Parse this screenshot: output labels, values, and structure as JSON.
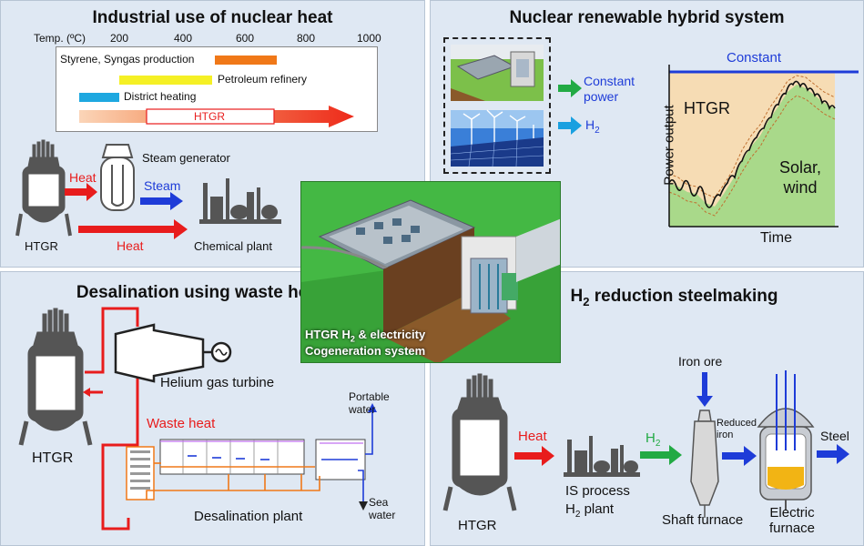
{
  "panel_industrial": {
    "title": "Industrial use of nuclear heat",
    "temp_label": "Temp. (ºC)",
    "temp_ticks": [
      "200",
      "400",
      "600",
      "800",
      "1000"
    ],
    "bars": [
      "Styrene, Syngas production",
      "Petroleum refinery",
      "District heating",
      "HTGR"
    ],
    "steam_generator": "Steam generator",
    "heat_top": "Heat",
    "steam": "Steam",
    "heat_bottom": "Heat",
    "reactor": "HTGR",
    "chemical_plant": "Chemical plant"
  },
  "panel_hybrid": {
    "title": "Nuclear renewable hybrid system",
    "constant_power": "Constant power",
    "h2_prefix": "H",
    "h2_sub": "2",
    "chart_constant": "Constant",
    "chart_htgr": "HTGR",
    "chart_solar": "Solar, wind",
    "ylabel": "Power output",
    "xlabel": "Time"
  },
  "center": {
    "caption_line1_a": "HTGR H",
    "caption_line1_sub": "2",
    "caption_line1_b": " & electricity",
    "caption_line2": "Cogeneration system"
  },
  "panel_desal": {
    "title": "Desalination using waste heat",
    "turbine": "Helium gas turbine",
    "waste_heat": "Waste heat",
    "portable_water": "Portable water",
    "sea_water": "Sea water",
    "plant": "Desalination plant",
    "reactor": "HTGR"
  },
  "panel_steel": {
    "title_prefix": "H",
    "title_sub": "2",
    "title_suffix": " reduction steelmaking",
    "iron_ore": "Iron ore",
    "heat": "Heat",
    "h2_prefix": "H",
    "h2_sub": "2",
    "reduced_iron": "Reduced iron",
    "steel": "Steel",
    "is_process_line1": "IS process",
    "is_process_h": "H",
    "is_process_sub": "2",
    "is_process_suffix": " plant",
    "shaft_furnace": "Shaft furnace",
    "electric_furnace": "Electric furnace",
    "reactor": "HTGR"
  },
  "colors": {
    "panel_bg": "#dfe8f3",
    "heat_red": "#e81c1c",
    "steam_blue": "#1e3cd8",
    "h2_green": "#22aa44",
    "h2_cyan": "#1aa0e0",
    "orange": "#f07818",
    "yellow": "#f5f025",
    "sky": "#1ea8e0"
  }
}
